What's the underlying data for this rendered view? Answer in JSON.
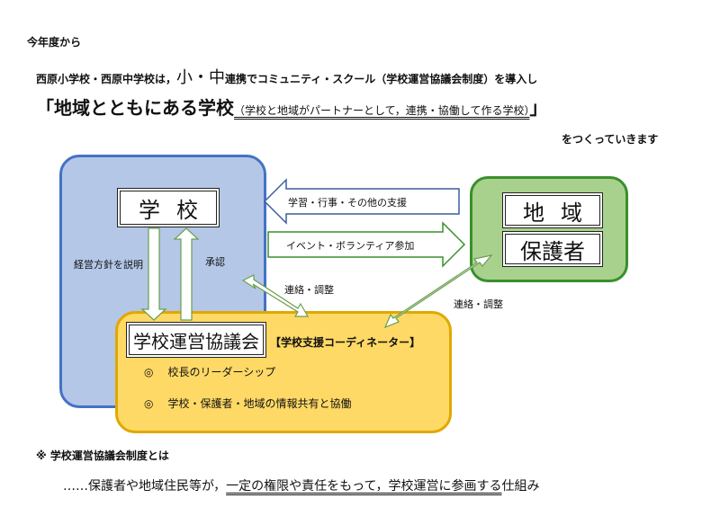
{
  "header": {
    "intro": "今年度から",
    "line1_pre": "西原小学校・西原中学校は，",
    "line1_big": "小・中",
    "line1_post": "連携でコミュニティ・スクール（学校運営協議会制度）を導入し",
    "line2_open": "「地域とともにある学校",
    "line2_paren": "（学校と地域がパートナーとして，連携・協働して作る学校）",
    "line2_close": "」",
    "line3": "をつくっていきます"
  },
  "diagram": {
    "school": "学校",
    "region": "地域",
    "guardians": "保護者",
    "council": "学校運営協議会",
    "coordinator": "【学校支援コーディネーター】",
    "arrow_support": "学習・行事・その他の支援",
    "arrow_event": "イベント・ボランティア参加",
    "label_explain": "経営方針を説明",
    "label_approve": "承認",
    "label_liaison_1": "連絡・調整",
    "label_liaison_2": "連絡・調整",
    "bullet_mark": "◎",
    "bullet_1": "校長のリーダーシップ",
    "bullet_2": "学校・保護者・地域の情報共有と協働"
  },
  "note": {
    "title": "※ 学校運営協議会制度とは",
    "body_pre": "……保護者や地域住民等が，",
    "body_ul": "一定の権限や責任をもって，学校運営に参画する",
    "body_post": "仕組み"
  }
}
